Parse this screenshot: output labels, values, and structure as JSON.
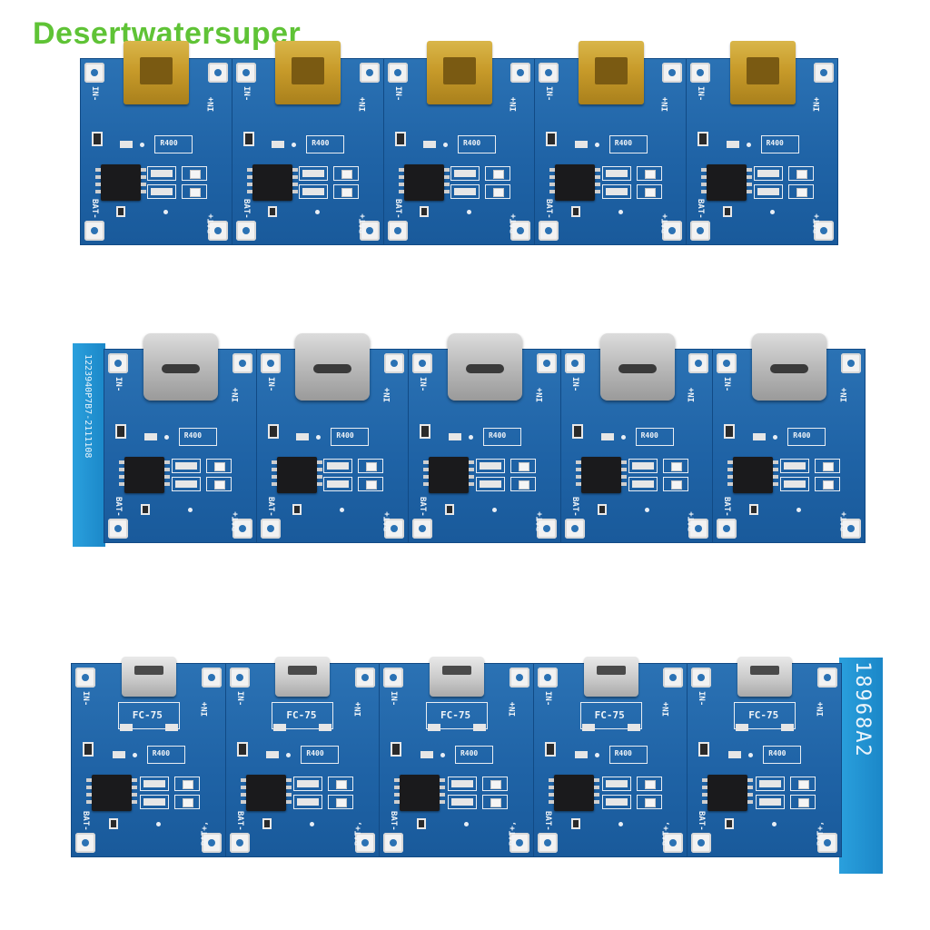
{
  "watermark": "Desertwatersuper",
  "boards": {
    "in_minus": "IN-",
    "in_plus": "IN+",
    "bat_minus": "BAT-",
    "bat_plus": "BAT+",
    "bat_plus_comma": "BAT+,",
    "resistor_code": "R400",
    "fc_label": "FC-75",
    "count_per_strip": 5
  },
  "strips": [
    {
      "connector": "mini-usb",
      "side_tab_text": ""
    },
    {
      "connector": "usb-c",
      "side_tab_text": "1223940P7B7-2111108"
    },
    {
      "connector": "micro-usb",
      "side_tab_text": "18968A2"
    }
  ],
  "colors": {
    "pcb_blue": "#1f63a6",
    "tab_cyan": "#1b87c8",
    "watermark_green": "#5fc336",
    "gold": "#c89b2a",
    "silver": "#c0c0c0"
  }
}
